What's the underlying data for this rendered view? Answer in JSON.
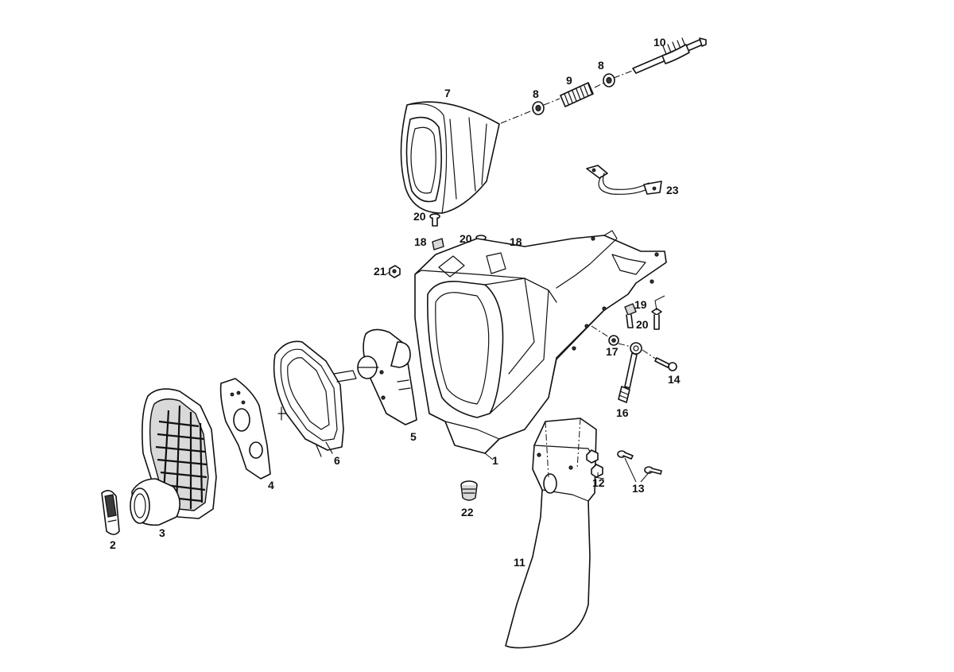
{
  "colors": {
    "line": "#111111",
    "background": "#ffffff",
    "shade": "#d9d9d9"
  },
  "callouts": [
    "1",
    "2",
    "3",
    "4",
    "5",
    "6",
    "7",
    "8",
    "8",
    "9",
    "10",
    "11",
    "12",
    "13",
    "14",
    "16",
    "17",
    "18",
    "18",
    "19",
    "20",
    "20",
    "20",
    "21",
    "22",
    "23"
  ]
}
